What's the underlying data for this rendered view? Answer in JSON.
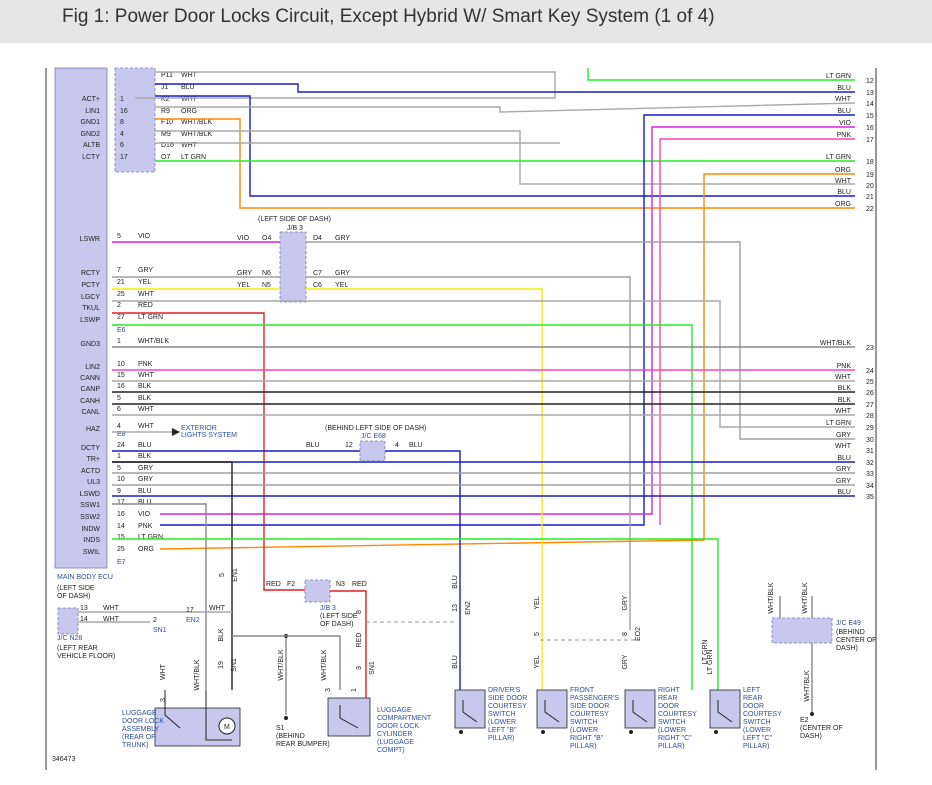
{
  "title": "Fig 1: Power Door Locks Circuit, Except Hybrid W/ Smart Key System (1 of 4)",
  "figure_id": "346473",
  "colors": {
    "WHT": "#a8a8a8",
    "BLU": "#1a1acc",
    "ORG": "#ff8800",
    "LT GRN": "#22ee22",
    "VIO": "#dd22dd",
    "PNK": "#ff44aa",
    "GRY": "#a0a0a0",
    "YEL": "#f2f200",
    "RED": "#e02020",
    "BLK": "#222222",
    "WHT/BLK": "#888888"
  },
  "ecu": {
    "label": "MAIN BODY ECU",
    "location": [
      "(LEFT SIDE",
      "OF DASH)"
    ],
    "top_pins": [
      {
        "name": "ACT+",
        "pin": "1",
        "color": "WHT",
        "cpin": "K2"
      },
      {
        "name": "LIN1",
        "pin": "16",
        "color": "ORG",
        "cpin": "R9"
      },
      {
        "name": "GND1",
        "pin": "8",
        "color": "WHT/BLK",
        "cpin": "F10"
      },
      {
        "name": "GND2",
        "pin": "4",
        "color": "WHT/BLK",
        "cpin": "M9"
      },
      {
        "name": "ALTB",
        "pin": "6",
        "color": "WHT",
        "cpin": "D16"
      },
      {
        "name": "LCTY",
        "pin": "17",
        "color": "LT GRN",
        "cpin": "O7"
      }
    ],
    "top_extra": [
      {
        "cpin": "P11",
        "color": "WHT"
      },
      {
        "cpin": "J1",
        "color": "BLU"
      }
    ],
    "pins": [
      {
        "name": "LSWR",
        "pin": "5",
        "color": "VIO"
      },
      {
        "name": "RCTY",
        "pin": "7",
        "color": "GRY"
      },
      {
        "name": "PCTY",
        "pin": "21",
        "color": "YEL"
      },
      {
        "name": "LGCY",
        "pin": "25",
        "color": "WHT"
      },
      {
        "name": "TKUL",
        "pin": "2",
        "color": "RED"
      },
      {
        "name": "LSWP",
        "pin": "27",
        "color": "LT GRN"
      },
      {
        "name": "GND3",
        "pin": "1",
        "color": "WHT/BLK"
      },
      {
        "name": "LIN2",
        "pin": "10",
        "color": "PNK"
      },
      {
        "name": "CANN",
        "pin": "15",
        "color": "WHT"
      },
      {
        "name": "CANP",
        "pin": "16",
        "color": "BLK"
      },
      {
        "name": "CANH",
        "pin": "5",
        "color": "BLK"
      },
      {
        "name": "CANL",
        "pin": "6",
        "color": "WHT"
      },
      {
        "name": "HAZ",
        "pin": "4",
        "color": "WHT"
      },
      {
        "name": "DCTY",
        "pin": "24",
        "color": "BLU"
      },
      {
        "name": "TR+",
        "pin": "1",
        "color": "BLK"
      },
      {
        "name": "ACTD",
        "pin": "5",
        "color": "GRY"
      },
      {
        "name": "UL3",
        "pin": "10",
        "color": "GRY"
      },
      {
        "name": "LSWD",
        "pin": "9",
        "color": "BLU"
      },
      {
        "name": "SSW1",
        "pin": "17",
        "color": "BLU"
      },
      {
        "name": "SSW2",
        "pin": "16",
        "color": "VIO"
      },
      {
        "name": "INDW",
        "pin": "14",
        "color": "PNK"
      },
      {
        "name": "INDS",
        "pin": "15",
        "color": "LT GRN"
      },
      {
        "name": "SWIL",
        "pin": "25",
        "color": "ORG"
      }
    ],
    "conn_e6": "E6",
    "conn_e8": "E8",
    "conn_e7": "E7"
  },
  "right_refs": [
    {
      "n": "12",
      "label": "LT GRN"
    },
    {
      "n": "13",
      "label": "BLU"
    },
    {
      "n": "14",
      "label": "WHT"
    },
    {
      "n": "15",
      "label": "BLU"
    },
    {
      "n": "16",
      "label": "VIO"
    },
    {
      "n": "17",
      "label": "PNK"
    },
    {
      "n": "18",
      "label": "LT GRN"
    },
    {
      "n": "19",
      "label": "ORG"
    },
    {
      "n": "20",
      "label": "WHT"
    },
    {
      "n": "21",
      "label": "BLU"
    },
    {
      "n": "22",
      "label": "ORG"
    },
    {
      "n": "23",
      "label": "WHT/BLK"
    },
    {
      "n": "24",
      "label": "PNK"
    },
    {
      "n": "25",
      "label": "WHT"
    },
    {
      "n": "26",
      "label": "BLK"
    },
    {
      "n": "27",
      "label": "BLK"
    },
    {
      "n": "28",
      "label": "WHT"
    },
    {
      "n": "29",
      "label": "LT GRN"
    },
    {
      "n": "30",
      "label": "GRY"
    },
    {
      "n": "31",
      "label": "WHT"
    },
    {
      "n": "32",
      "label": "BLU"
    },
    {
      "n": "33",
      "label": "GRY"
    },
    {
      "n": "34",
      "label": "GRY"
    },
    {
      "n": "35",
      "label": "BLU"
    }
  ],
  "jb3_top": {
    "label": "J/B 3",
    "location": "(LEFT SIDE OF DASH)",
    "left_pins": [
      "O4",
      "N6",
      "N5"
    ],
    "right_pins": [
      "D4",
      "C7",
      "C6"
    ],
    "left_colors": [
      "VIO",
      "GRY",
      "YEL"
    ],
    "right_colors": [
      "GRY",
      "GRY",
      "YEL"
    ]
  },
  "jc_e68": {
    "label": "J/C E68",
    "location": "(BEHIND LEFT SIDE OF DASH)",
    "left_pin": "12",
    "right_pin": "4",
    "left_color": "BLU",
    "right_color": "BLU"
  },
  "exterior_lights": [
    "EXTERIOR",
    "LIGHTS SYSTEM"
  ],
  "jc_n28": {
    "label": "J/C N28",
    "location": [
      "(LEFT REAR",
      "VEHICLE FLOOR)"
    ],
    "pins": [
      "13",
      "14"
    ],
    "wires": [
      {
        "color": "WHT"
      },
      {
        "color": "WHT"
      }
    ]
  },
  "sn1": "SN1",
  "en2": "EN2",
  "en1": "EN1",
  "e02": "EO2",
  "jb3_bottom": {
    "label": "J/B 3",
    "location": [
      "(LEFT SIDE",
      "OF DASH)"
    ],
    "left_pin": "F2",
    "right_pin": "N3",
    "left_color": "RED",
    "right_color": "RED"
  },
  "jc_e49": {
    "label": "J/C E49",
    "location": [
      "(BEHIND",
      "CENTER OF",
      "DASH)"
    ],
    "wires": [
      "WHT/BLK",
      "WHT/BLK"
    ]
  },
  "components": [
    {
      "id": "luggage-lock",
      "label": [
        "LUGGAGE",
        "DOOR LOCK",
        "ASSEMBLY",
        "(REAR OF",
        "TRUNK)"
      ]
    },
    {
      "id": "luggage-cylinder",
      "label": [
        "LUGGAGE",
        "COMPARTMENT",
        "DOOR LOCK",
        "CYLINDER",
        "(LUGGAGE",
        "COMPT)"
      ]
    },
    {
      "id": "driver-switch",
      "label": [
        "DRIVER'S",
        "SIDE DOOR",
        "COURTESY",
        "SWITCH",
        "(LOWER",
        "LEFT \"B\"",
        "PILLAR)"
      ]
    },
    {
      "id": "passenger-switch",
      "label": [
        "FRONT",
        "PASSENGER'S",
        "SIDE DOOR",
        "COURTESY",
        "SWITCH",
        "(LOWER",
        "RIGHT \"B\"",
        "PILLAR)"
      ]
    },
    {
      "id": "rr-switch",
      "label": [
        "RIGHT",
        "REAR",
        "DOOR",
        "COURTESY",
        "SWITCH",
        "(LOWER",
        "RIGHT \"C\"",
        "PILLAR)"
      ]
    },
    {
      "id": "lr-switch",
      "label": [
        "LEFT",
        "REAR",
        "DOOR",
        "COURTESY",
        "SWITCH",
        "(LOWER",
        "LEFT \"C\"",
        "PILLAR)"
      ]
    }
  ],
  "grounds": {
    "s1": [
      "S1",
      "(BEHIND",
      "REAR BUMPER)"
    ],
    "e2": [
      "E2",
      "(CENTER OF",
      "DASH)"
    ]
  },
  "motor_label": "M"
}
